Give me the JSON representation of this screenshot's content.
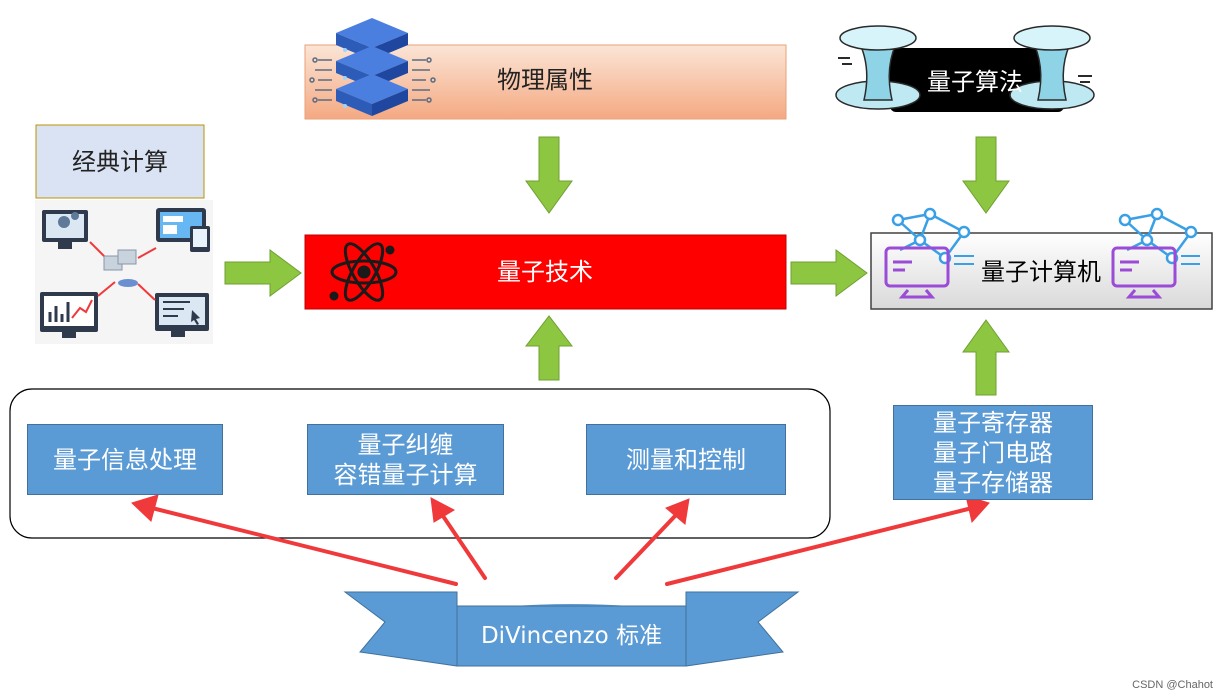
{
  "nodes": {
    "physical": "物理属性",
    "algorithm": "量子算法",
    "classical": "经典计算",
    "technology": "量子技术",
    "computer": "量子计算机",
    "info_processing": "量子信息处理",
    "entangle_line1": "量子纠缠",
    "entangle_line2": "容错量子计算",
    "measure_control": "测量和控制",
    "hw_line1": "量子寄存器",
    "hw_line2": "量子门电路",
    "hw_line3": "量子存储器",
    "standard": "DiVincenzo 标准"
  },
  "watermark": "CSDN @Chahot",
  "colors": {
    "physical_fill": "#f4b183",
    "technology_fill": "#ff0000",
    "algorithm_fill": "#000000",
    "classical_fill": "#dae3f3",
    "blue_fill": "#5b9bd5",
    "green_arrow": "#8dc641",
    "red_arrow": "#f0393b"
  },
  "icons": [
    "server-icon",
    "portal-icon",
    "atom-icon",
    "network-monitor-icon",
    "network-computers-icon"
  ]
}
